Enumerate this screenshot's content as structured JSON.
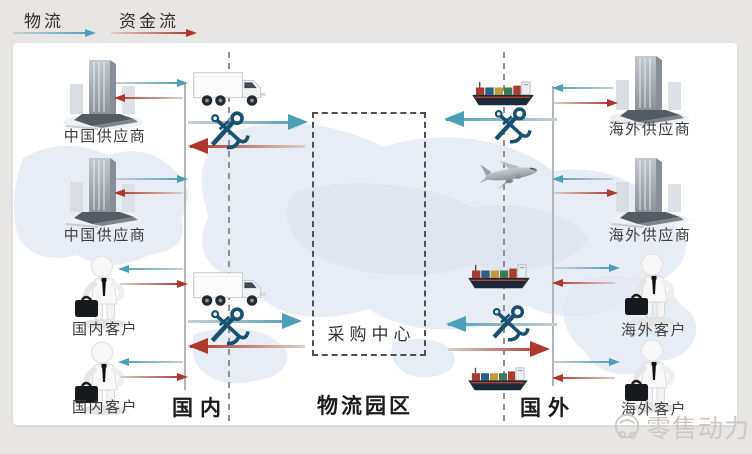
{
  "legend": {
    "logistics_label": "物流",
    "capital_label": "资金流"
  },
  "nodes": {
    "china_supplier_1": "中国供应商",
    "china_supplier_2": "中国供应商",
    "domestic_customer_1": "国内客户",
    "domestic_customer_2": "国内客户",
    "overseas_supplier_1": "海外供应商",
    "overseas_supplier_2": "海外供应商",
    "overseas_customer_1": "海外客户",
    "overseas_customer_2": "海外客户"
  },
  "center": {
    "procurement_center_label": "采购中心"
  },
  "zone_labels": {
    "domestic": "国内",
    "logistics_park": "物流园区",
    "foreign": "国外"
  },
  "watermark": {
    "brand": "零售动力"
  },
  "colors": {
    "logistics_flow": "#4d9fb8",
    "capital_flow": "#ae372e"
  },
  "icons": {
    "building": "building-icon",
    "businessman": "businessman-icon",
    "truck": "truck-icon",
    "cargo_ship": "cargo-ship-icon",
    "airplane": "airplane-icon",
    "anchor_tools": "anchor-tools-icon",
    "brand_logo": "brand-logo-icon"
  }
}
